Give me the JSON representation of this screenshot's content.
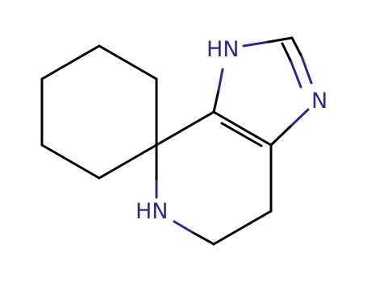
{
  "molecule": {
    "atom_labels": {
      "n1": "HN",
      "n3": "N",
      "n_amine": "HN"
    },
    "colors": {
      "carbon_bond": "#000000",
      "nitrogen": "#2e2a8a",
      "background": "#ffffff"
    }
  }
}
